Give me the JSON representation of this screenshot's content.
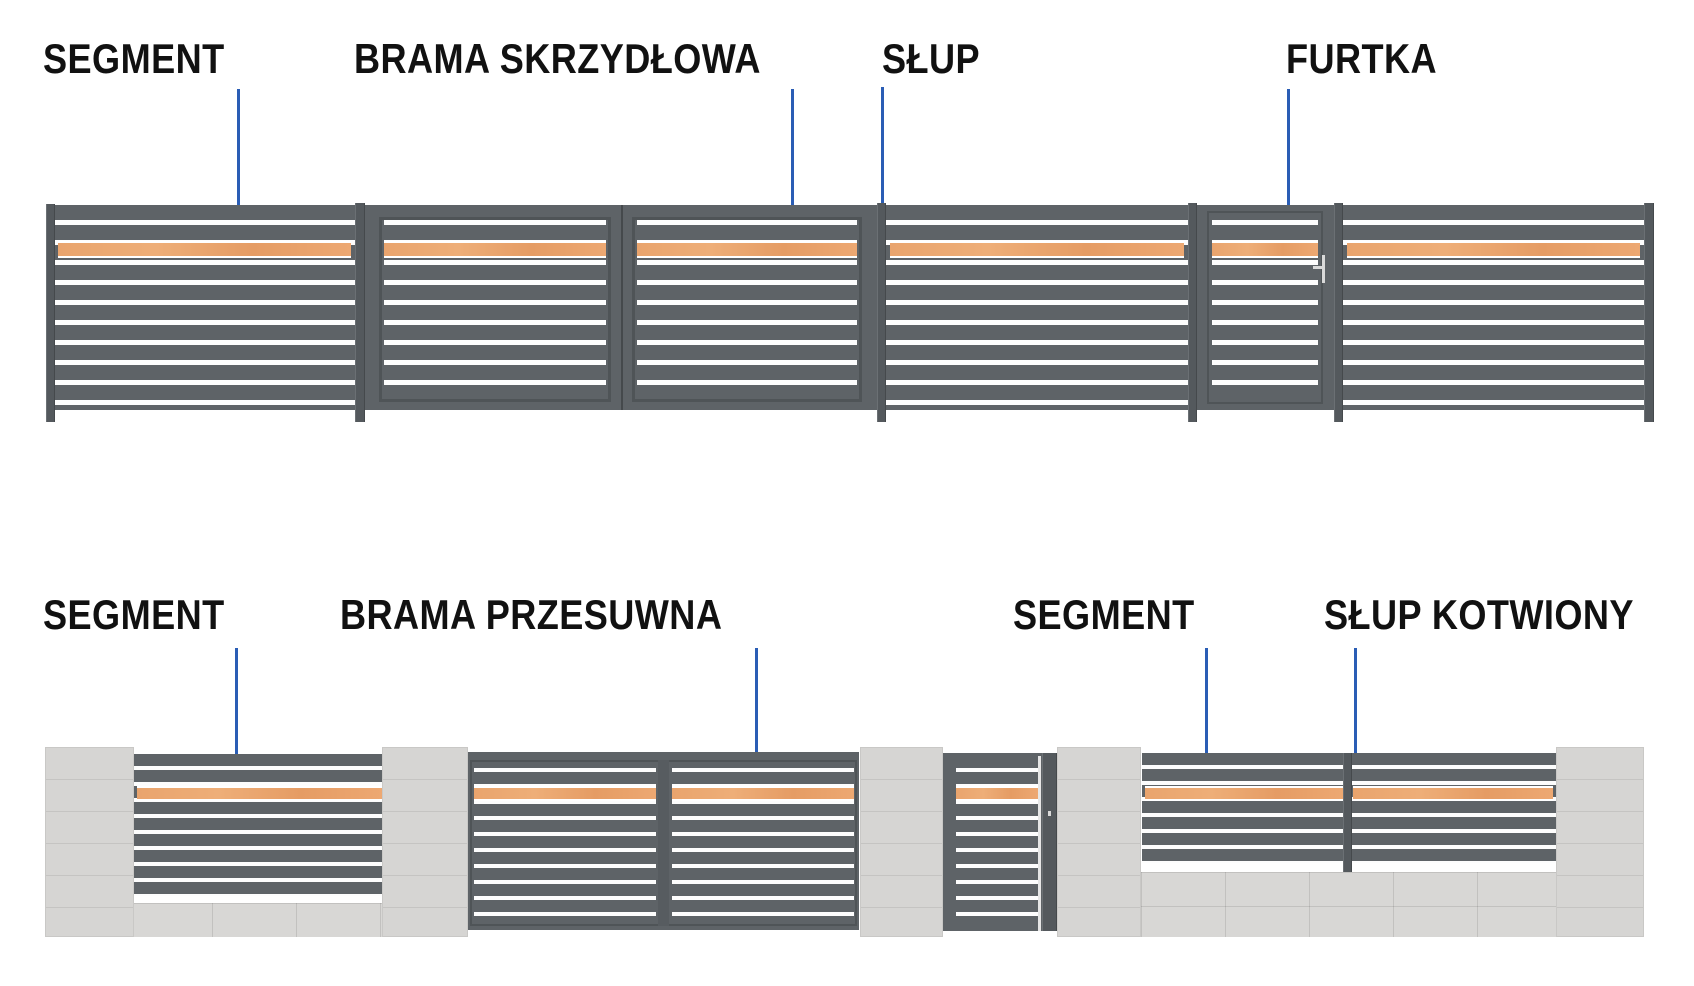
{
  "top_fence": {
    "labels": {
      "segment": "SEGMENT",
      "swing_gate": "BRAMA SKRZYDŁOWA",
      "post": "SŁUP",
      "wicket": "FURTKA"
    }
  },
  "bottom_fence": {
    "labels": {
      "segment_left": "SEGMENT",
      "sliding_gate": "BRAMA PRZESUWNA",
      "segment_right": "SEGMENT",
      "anchored_post": "SŁUP KOTWIONY"
    }
  },
  "colors": {
    "leader_line": "#2a5db5",
    "panel": "#5e6367",
    "wood_slat": "#e9a46d",
    "concrete": "#d6d5d3"
  }
}
